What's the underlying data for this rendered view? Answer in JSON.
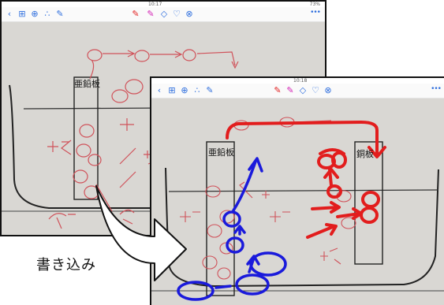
{
  "caption": "書き込み",
  "before": {
    "toolbar": {
      "icons": [
        "chevron-left-icon",
        "grid-icon",
        "add-page-icon",
        "layers-icon",
        "edit-icon",
        "pen-red-icon",
        "pen-magenta-icon",
        "eraser-icon",
        "lasso-icon",
        "close-circle-icon"
      ],
      "time": "10:17",
      "battery": "73%"
    },
    "labels": {
      "zinc_plate": "亜鉛板"
    }
  },
  "after": {
    "toolbar": {
      "icons": [
        "chevron-left-icon",
        "grid-icon",
        "add-page-icon",
        "layers-icon",
        "edit-icon",
        "pen-red-icon",
        "pen-magenta-icon",
        "eraser-icon",
        "lasso-icon",
        "close-circle-icon"
      ],
      "time": "10:18"
    },
    "labels": {
      "zinc_plate": "亜鉛板",
      "copper_plate": "銅板"
    }
  },
  "colors": {
    "toolbar_accent": "#2f6fde",
    "pen_red": "#e21d1d",
    "pen_blue": "#1a1adb",
    "pencil_red": "#d0525a"
  }
}
